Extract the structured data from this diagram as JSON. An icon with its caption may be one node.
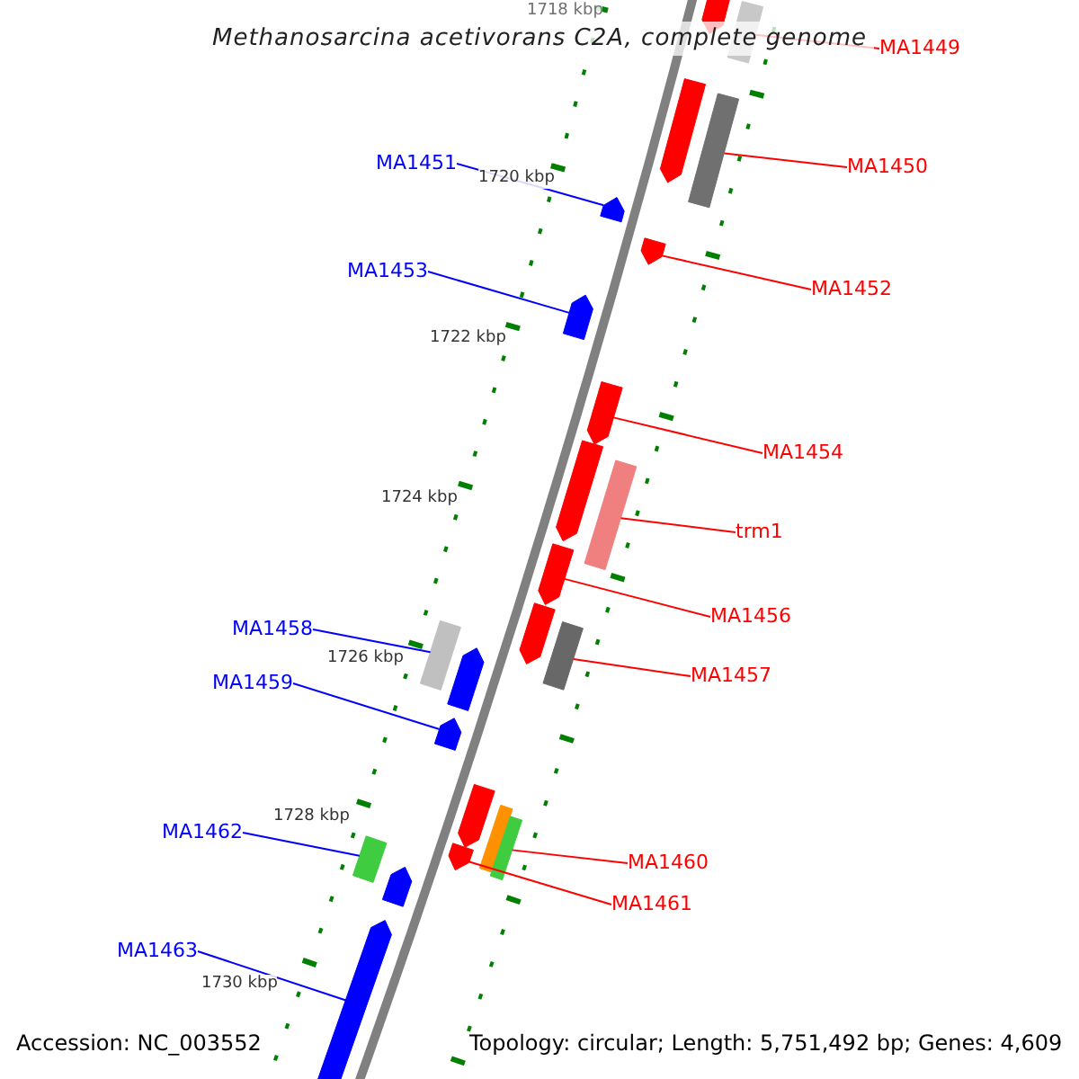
{
  "diagram": {
    "title": "Methanosarcina acetivorans C2A, complete genome",
    "nodes": [
      {
        "text": [],
        "shape": "arrow"
      },
      {
        "text": [],
        "shape": "box"
      },
      {
        "text": [
          "MA1449"
        ]
      },
      {
        "text": [],
        "shape": "arrow"
      },
      {
        "text": [],
        "shape": "box"
      },
      {
        "text": [
          "MA1450"
        ]
      },
      {
        "text": [
          "MA1451"
        ]
      },
      {
        "text": [],
        "shape": "arrow"
      },
      {
        "text": [],
        "shape": "arrow"
      },
      {
        "text": [
          "MA1453"
        ]
      },
      {
        "text": [
          "MA1452"
        ]
      },
      {
        "text": [],
        "shape": "arrow"
      },
      {
        "text": [],
        "shape": "arrow"
      },
      {
        "text": [
          "MA1454"
        ]
      },
      {
        "text": [],
        "shape": "arrow"
      },
      {
        "text": [],
        "shape": "box"
      },
      {
        "text": [
          "trm1"
        ]
      },
      {
        "text": [],
        "shape": "arrow"
      },
      {
        "text": [
          "MA1456"
        ]
      },
      {
        "text": [],
        "shape": "arrow"
      },
      {
        "text": [],
        "shape": "box"
      },
      {
        "text": [
          "MA1458"
        ]
      },
      {
        "text": [],
        "shape": "box"
      },
      {
        "text": [],
        "shape": "arrow"
      },
      {
        "text": [
          "MA1457"
        ]
      },
      {
        "text": [
          "MA1459"
        ]
      },
      {
        "text": [],
        "shape": "arrow"
      },
      {
        "text": [],
        "shape": "arrow"
      },
      {
        "text": [],
        "shape": "box"
      },
      {
        "text": [],
        "shape": "box"
      },
      {
        "text": [],
        "shape": "arrow"
      },
      {
        "text": [
          "MA1460"
        ]
      },
      {
        "text": [
          "MA1462"
        ]
      },
      {
        "text": [],
        "shape": "box"
      },
      {
        "text": [],
        "shape": "arrow"
      },
      {
        "text": [
          "MA1461"
        ]
      },
      {
        "text": [
          "MA1463"
        ]
      },
      {
        "text": [],
        "shape": "arrow"
      }
    ],
    "edges": [
      {
        "from": 2,
        "to": 1,
        "arrow": "none"
      },
      {
        "from": 5,
        "to": 4,
        "arrow": "none"
      },
      {
        "from": 6,
        "to": 7,
        "arrow": "none",
        "color": "#0000ff"
      },
      {
        "from": 10,
        "to": 8,
        "arrow": "none"
      },
      {
        "from": 9,
        "to": 11,
        "arrow": "none",
        "color": "#0000ff"
      },
      {
        "from": 13,
        "to": 12,
        "arrow": "none"
      },
      {
        "from": 16,
        "to": 15,
        "arrow": "none"
      },
      {
        "from": 18,
        "to": 17,
        "arrow": "none"
      },
      {
        "from": 24,
        "to": 20,
        "arrow": "none"
      },
      {
        "from": 21,
        "to": 22,
        "arrow": "none",
        "color": "#0000ff"
      },
      {
        "from": 25,
        "to": 26,
        "arrow": "none",
        "color": "#0000ff"
      },
      {
        "from": 31,
        "to": 29,
        "arrow": "none"
      },
      {
        "from": 35,
        "to": 30,
        "arrow": "none"
      },
      {
        "from": 32,
        "to": 33,
        "arrow": "none",
        "color": "#0000ff"
      },
      {
        "from": 36,
        "to": 37,
        "arrow": "none",
        "color": "#0000ff"
      }
    ],
    "labels": [
      "1718 kbp",
      "1720 kbp",
      "1722 kbp",
      "1724 kbp",
      "1726 kbp",
      "1728 kbp",
      "1730 kbp",
      "Accession: NC_003552",
      "Topology: circular; Length: 5,751,492 bp; Genes: 4,609"
    ]
  }
}
